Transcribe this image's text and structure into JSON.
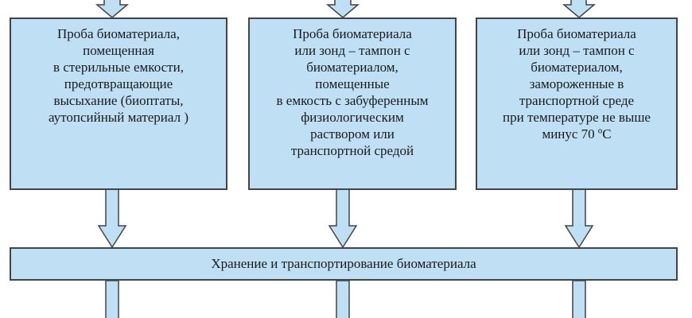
{
  "boxes": [
    {
      "lines": [
        "Проба биоматериала,",
        "помещенная",
        "в стерильные емкости,",
        "предотвращающие",
        "высыхание (биоптаты,",
        "аутопсийный материал )"
      ]
    },
    {
      "lines": [
        "Проба биоматериала",
        "или зонд – тампон с",
        "биоматериалом,",
        "помещенные",
        "в емкость с забуференным",
        "физиологическим",
        "раствором или",
        "транспортной средой"
      ]
    },
    {
      "lines": [
        "Проба биоматериала",
        "или зонд – тампон с",
        "биоматериалом,",
        "замороженные в",
        "транспортной среде",
        "при температуре не выше",
        "минус 70 ºС"
      ]
    }
  ],
  "bottom_bar": {
    "label": "Хранение и транспортирование биоматериала"
  },
  "colors": {
    "fill": "#bfdff4",
    "border": "#444444"
  }
}
